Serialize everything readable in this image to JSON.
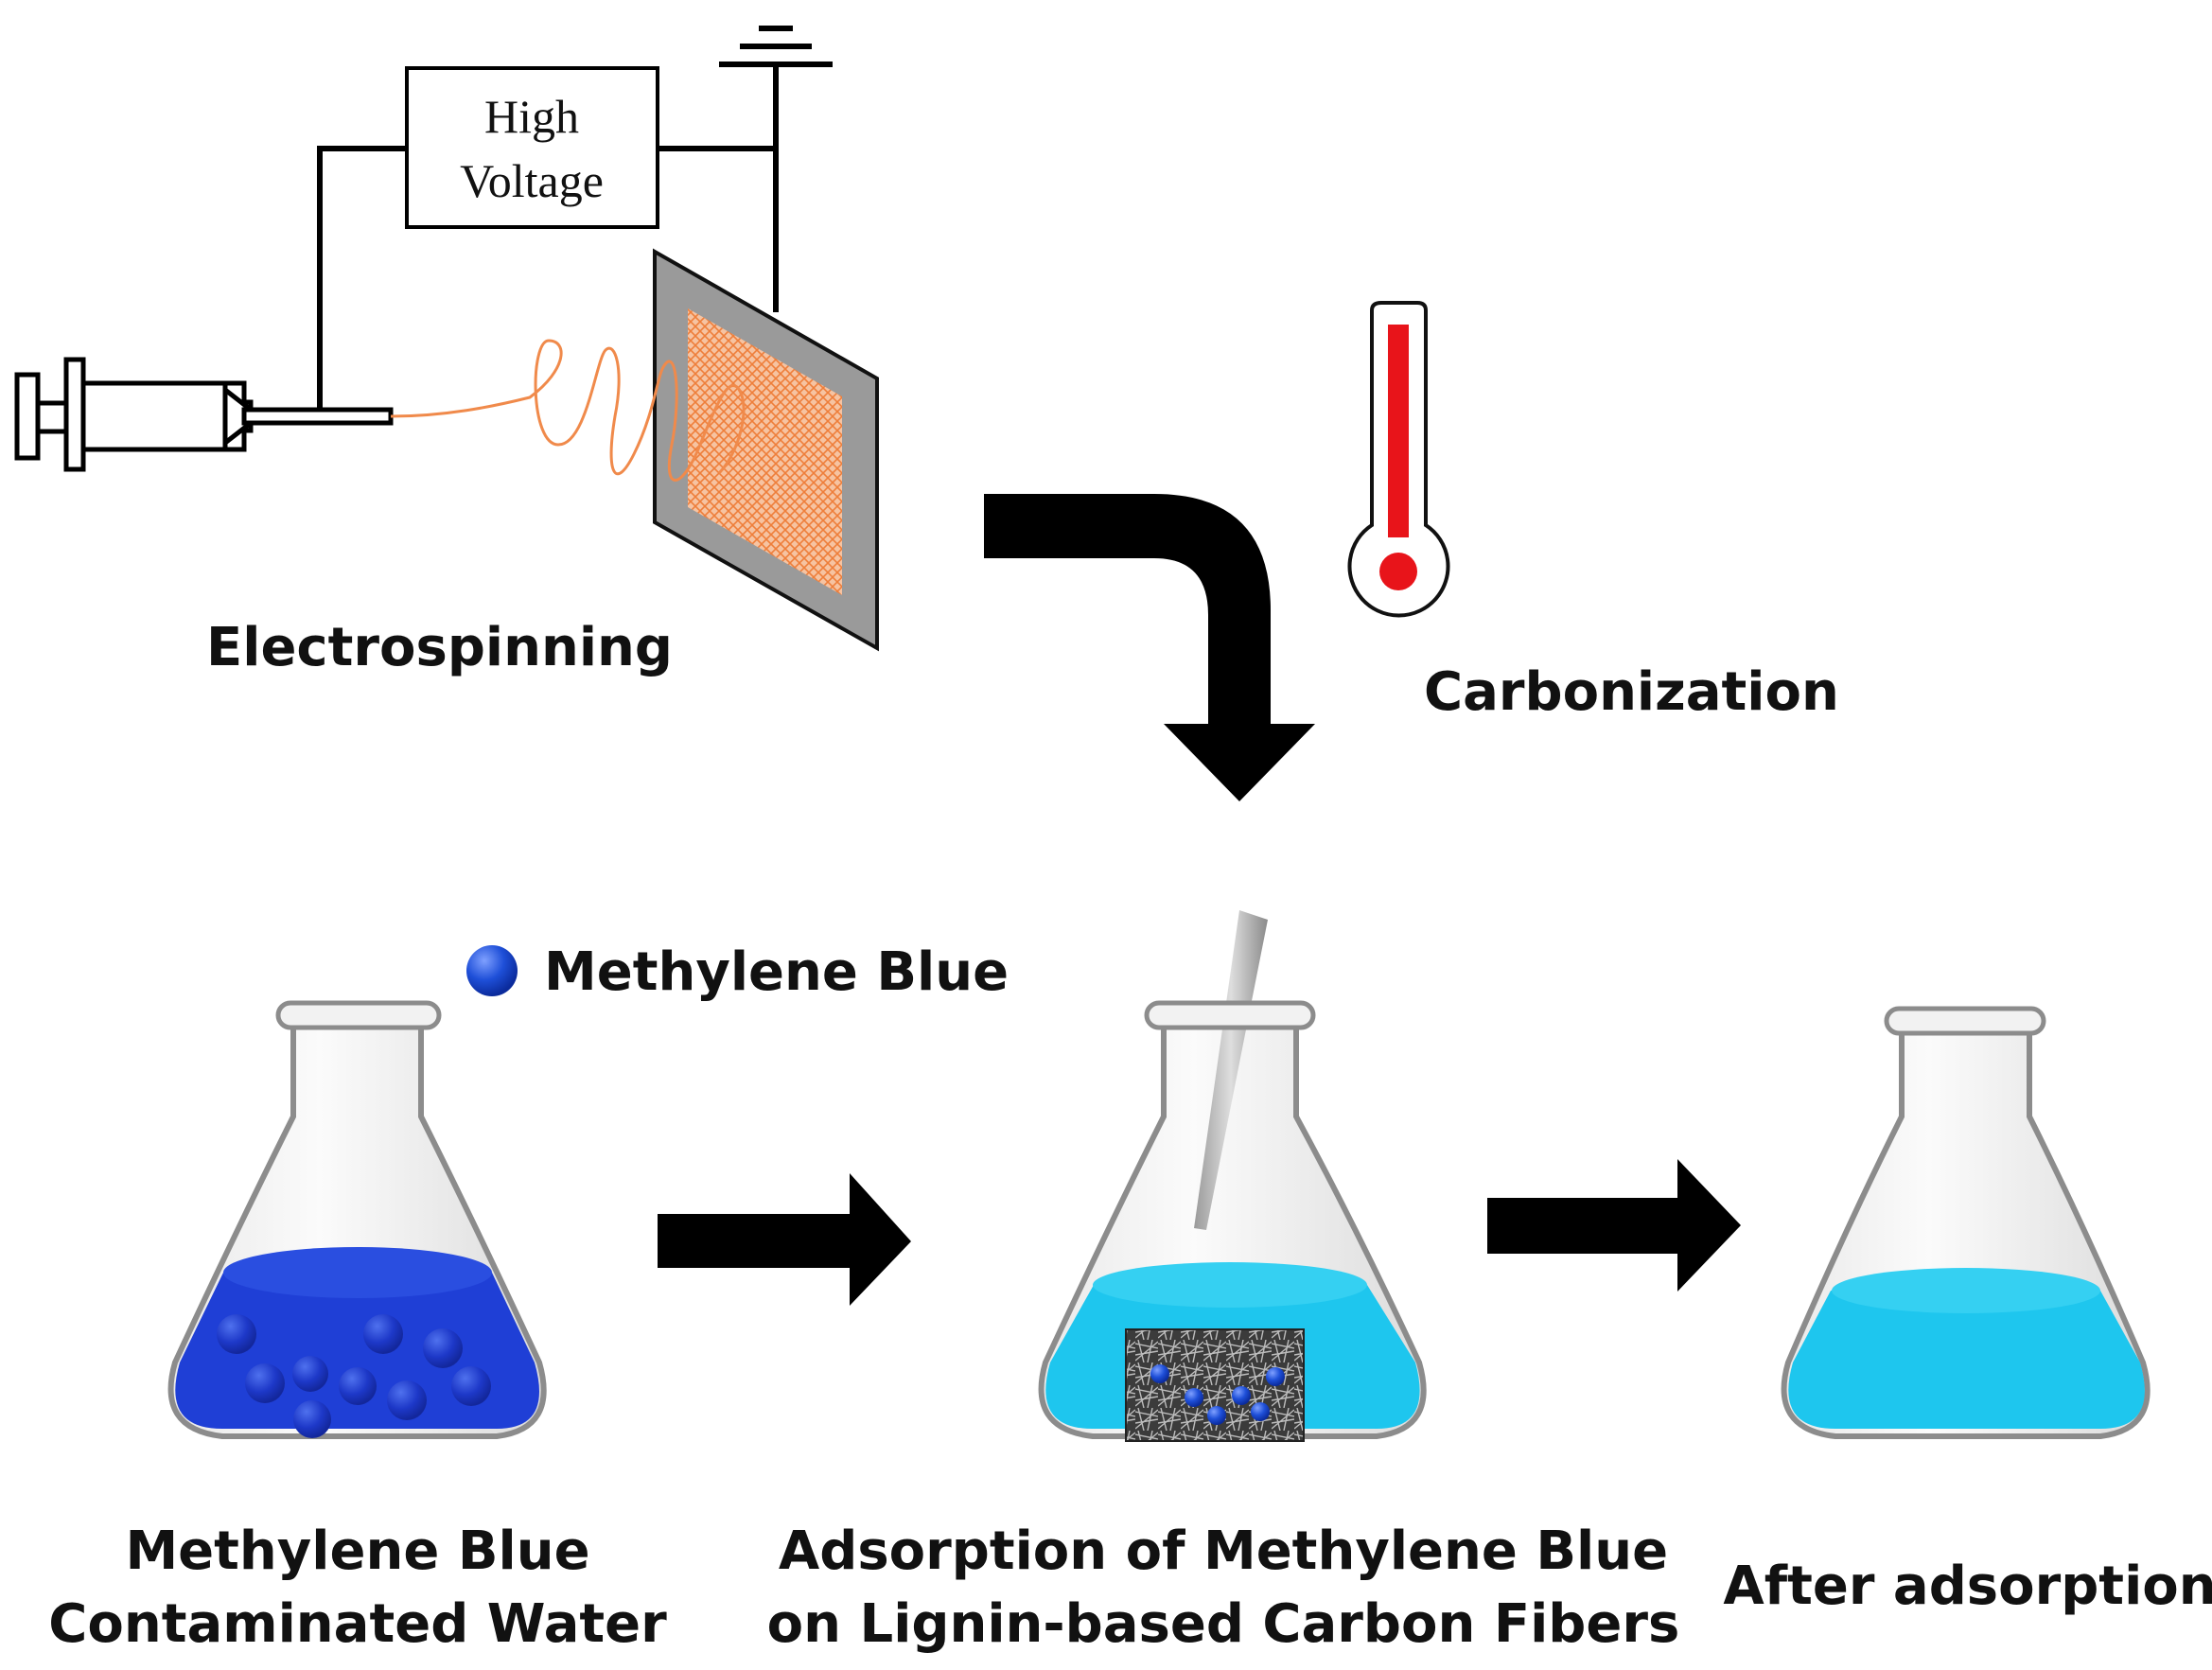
{
  "power_supply": {
    "line1": "High",
    "line2": "Voltage"
  },
  "labels": {
    "electrospinning": "Electrospinning",
    "carbonization": "Carbonization",
    "legend": "Methylene Blue",
    "flask1_line1": "Methylene Blue",
    "flask1_line2": "Contaminated Water",
    "flask2_line1": "Adsorption of Methylene Blue",
    "flask2_line2": "on Lignin-based Carbon Fibers",
    "flask3": "After adsorption"
  },
  "colors": {
    "methylene_blue_solution": "#1f3fd6",
    "treated_solution": "#1ec6ee",
    "dye_particle": "#1e4fd8",
    "fiber_mat": "#f08a4b",
    "collector": "#9a9a9a",
    "thermometer": "#e8141a",
    "arrow": "#000000"
  },
  "icons": {
    "syringe": "syringe-icon",
    "ground": "ground-symbol-icon",
    "thermometer": "thermometer-icon",
    "legend_particle": "methylene-blue-particle-icon"
  }
}
